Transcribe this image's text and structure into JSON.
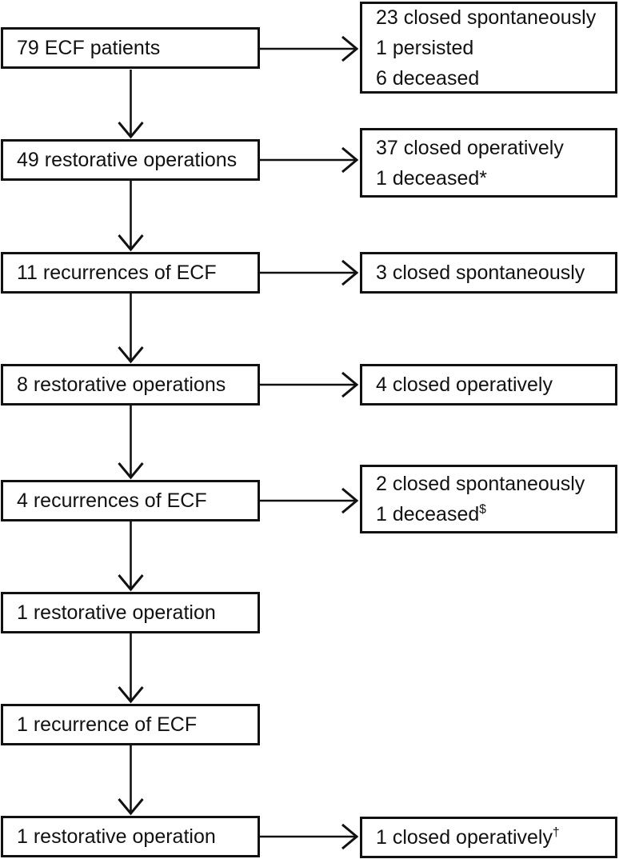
{
  "flow": {
    "title_hint": "ECF patient outcome flowchart",
    "colors": {
      "line": "#111111",
      "background": "#ffffff"
    },
    "left_boxes": [
      {
        "label": "79 ECF patients"
      },
      {
        "label": "49 restorative operations"
      },
      {
        "label": "11 recurrences of ECF"
      },
      {
        "label": "8 restorative operations"
      },
      {
        "label": "4 recurrences of ECF"
      },
      {
        "label": "1 restorative operation"
      },
      {
        "label": "1 recurrence of ECF"
      },
      {
        "label": "1 restorative operation"
      }
    ],
    "right_boxes": [
      {
        "lines": [
          {
            "text": "23 closed spontaneously"
          },
          {
            "text": "1 persisted"
          },
          {
            "text": "6 deceased"
          }
        ]
      },
      {
        "lines": [
          {
            "text": "37 closed operatively"
          },
          {
            "text": "1 deceased*"
          }
        ]
      },
      {
        "lines": [
          {
            "text": "3 closed spontaneously"
          }
        ]
      },
      {
        "lines": [
          {
            "text": "4 closed operatively"
          }
        ]
      },
      {
        "lines": [
          {
            "text": "2 closed spontaneously"
          },
          {
            "text": "1 deceased",
            "sup": "$"
          }
        ]
      },
      {
        "lines": [
          {
            "text": "1 closed operatively",
            "sup": "†"
          }
        ]
      }
    ]
  }
}
